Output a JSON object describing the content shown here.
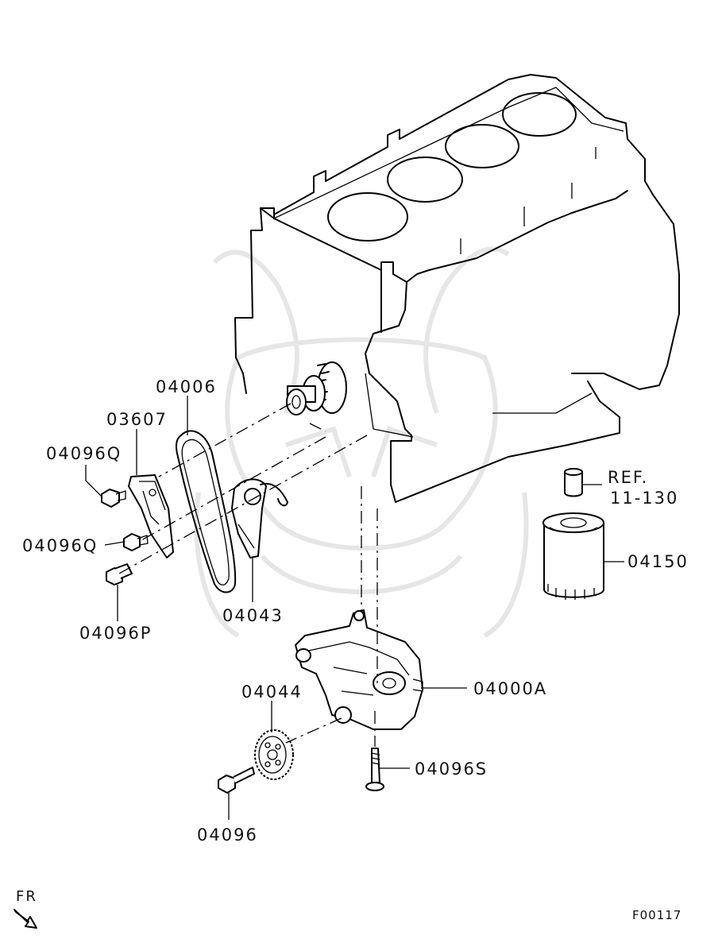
{
  "labels": {
    "timing_chain": "04006",
    "chain_guide": "03607",
    "bolt_q_upper": "04096Q",
    "bolt_q_lower": "04096Q",
    "bolt_p": "04096P",
    "tensioner": "04043",
    "oil_pump_sprocket": "04044",
    "oil_pump_assy": "04000A",
    "bolt_s": "04096S",
    "bolt": "04096",
    "oil_filter": "04150",
    "ref_line1": "REF.",
    "ref_line2": "11-130",
    "front_indicator": "FR",
    "figure_code": "F00117"
  }
}
